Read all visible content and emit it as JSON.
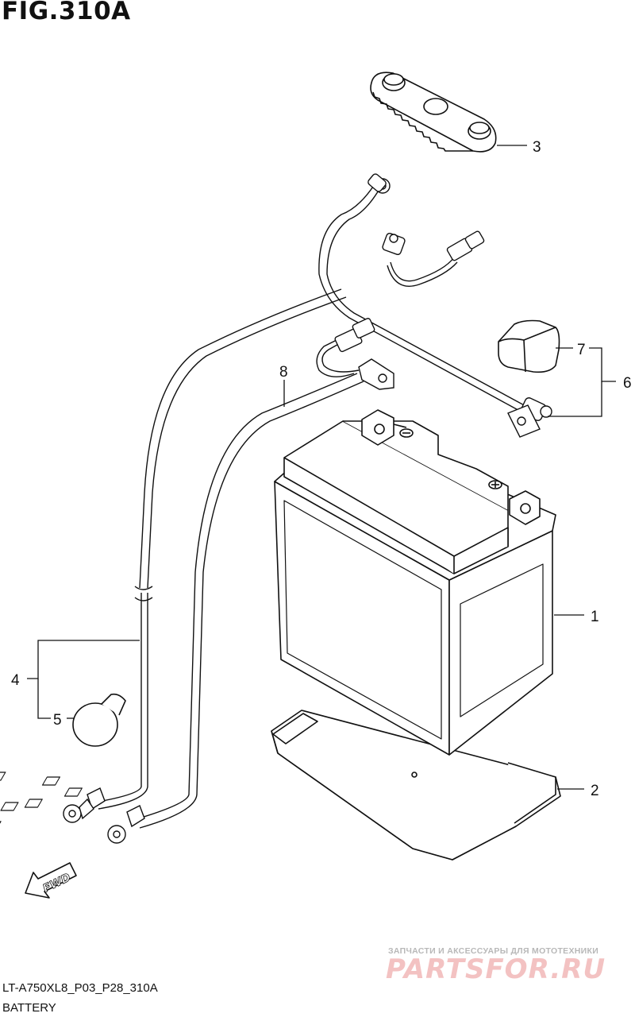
{
  "figure": {
    "title": "FIG.310A",
    "code": "LT-A750XL8_P03_P28_310A",
    "caption": "BATTERY"
  },
  "callouts": [
    {
      "id": "1",
      "label": "1"
    },
    {
      "id": "2",
      "label": "2"
    },
    {
      "id": "3",
      "label": "3"
    },
    {
      "id": "4",
      "label": "4"
    },
    {
      "id": "5",
      "label": "5"
    },
    {
      "id": "6",
      "label": "6"
    },
    {
      "id": "7",
      "label": "7"
    },
    {
      "id": "8",
      "label": "8"
    }
  ],
  "direction_badge": "FWD",
  "watermark": {
    "tagline": "ЗАПЧАСТИ И АКСЕССУАРЫ ДЛЯ МОТОТЕХНИКИ",
    "brand": "PARTSFOR.RU"
  }
}
